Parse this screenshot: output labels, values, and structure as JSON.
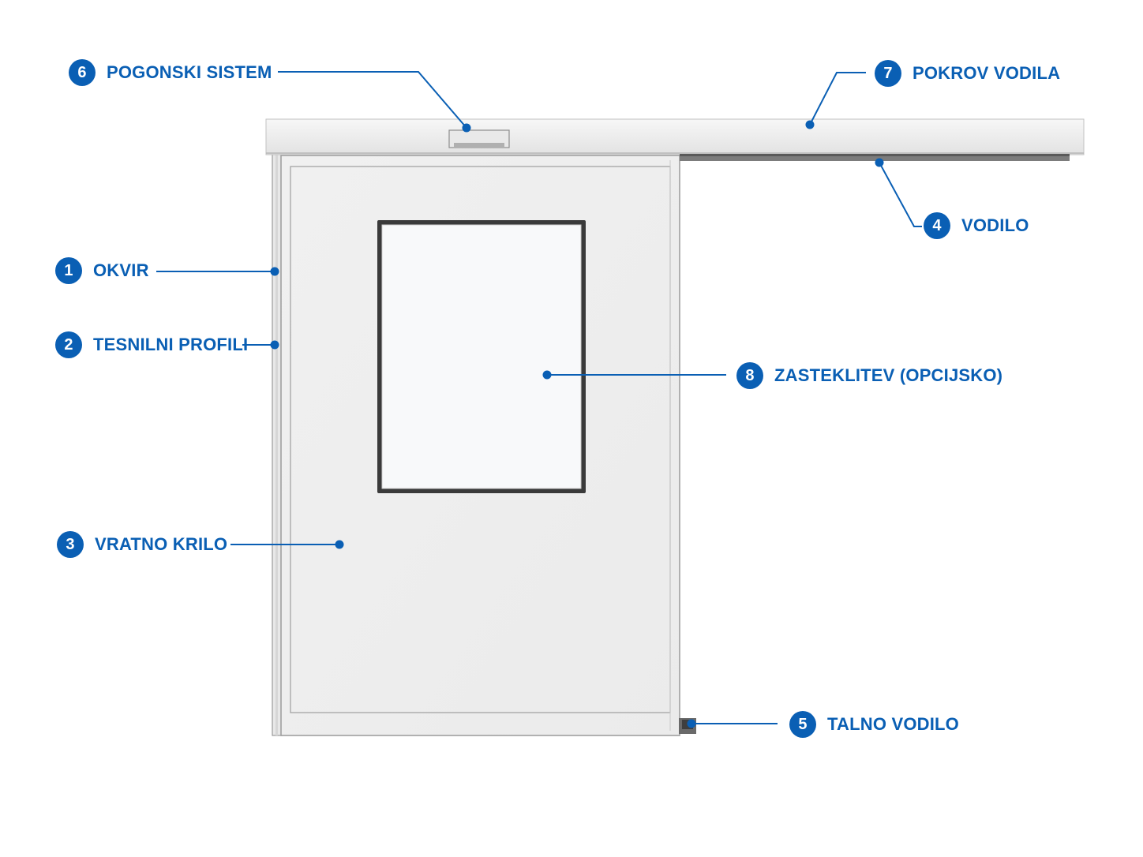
{
  "colors": {
    "accent": "#0a5fb4",
    "door_panel": "#eeeeee",
    "frame": "#e6e6e6",
    "glass": "#f8f9fa",
    "glass_frame": "#3a3a3a",
    "outline": "#9a9a9a"
  },
  "callouts": [
    {
      "id": "okvir",
      "number": "1",
      "text": "OKVIR"
    },
    {
      "id": "tesnilni-profili",
      "number": "2",
      "text": "TESNILNI PROFILI"
    },
    {
      "id": "vratno-krilo",
      "number": "3",
      "text": "VRATNO KRILO"
    },
    {
      "id": "vodilo",
      "number": "4",
      "text": "VODILO"
    },
    {
      "id": "talno-vodilo",
      "number": "5",
      "text": "TALNO VODILO"
    },
    {
      "id": "pogonski-sistem",
      "number": "6",
      "text": "POGONSKI SISTEM"
    },
    {
      "id": "pokrov-vodila",
      "number": "7",
      "text": "POKROV VODILA"
    },
    {
      "id": "zasteklitev",
      "number": "8",
      "text": "ZASTEKLITEV (OPCIJSKO)"
    }
  ]
}
